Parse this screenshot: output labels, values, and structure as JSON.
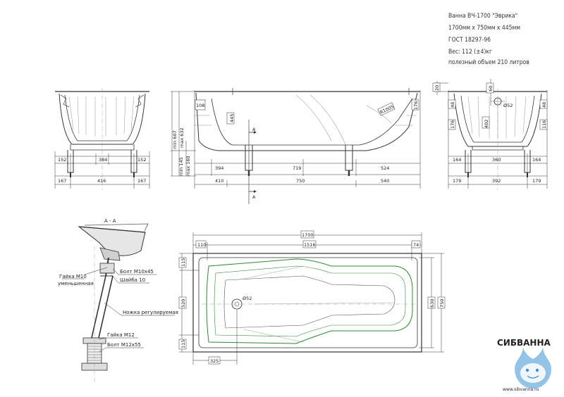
{
  "spec": {
    "line1": "Ванна ВЧ-1700 \"Эврика\"",
    "line2": "1700мм x 750мм x 445мм",
    "line3": "ГОСТ 18297-96",
    "line4": "Вес: 112 (±4)кг",
    "line5": "полезный объем 210 литров"
  },
  "section_title": "А - А",
  "section_marker": "А",
  "labels": {
    "nut_m10": "Гайка М10",
    "nut_m10_2": "уменьшенная",
    "bolt_m10": "Болт М10х45",
    "washer": "Шайба 10",
    "leg": "Ножка регулируемая",
    "nut_m12": "Гайка М12",
    "bolt_m12": "Болт М12х55"
  },
  "left_view": {
    "d1": "152",
    "d2": "384",
    "d3": "152",
    "d4": "167",
    "d5": "416",
    "d6": "167"
  },
  "side_view": {
    "h_108": "108",
    "h_445": "445",
    "h_minmax": "min 607",
    "h_max": "max 632",
    "h_min145": "min 145",
    "h_max160": "max 160",
    "r_1005": "R1005",
    "h_176": "176",
    "d_394": "394",
    "d_719": "719",
    "d_524": "524",
    "d_410": "410",
    "d_750": "750",
    "d_540": "540"
  },
  "right_view": {
    "h_20": "20",
    "h_60": "60",
    "h_48": "48",
    "h_402": "402",
    "h_176": "176",
    "h_116": "116",
    "d_52": "Ø52",
    "d_164a": "164",
    "d_360": "360",
    "d_164b": "164",
    "d_179a": "179",
    "d_392": "392",
    "d_179b": "179"
  },
  "plan_view": {
    "d_1700": "1700",
    "d_110": "110",
    "d_1516": "1516",
    "d_74": "74",
    "h_115": "115",
    "h_520": "520",
    "h_115b": "115",
    "h_630": "630",
    "h_750": "750",
    "d_52": "Ø52",
    "d_325": "325"
  },
  "brand": {
    "name": "СИБВАННА",
    "url": "www.sibvanna.ru",
    "color": "#4a90c8"
  }
}
